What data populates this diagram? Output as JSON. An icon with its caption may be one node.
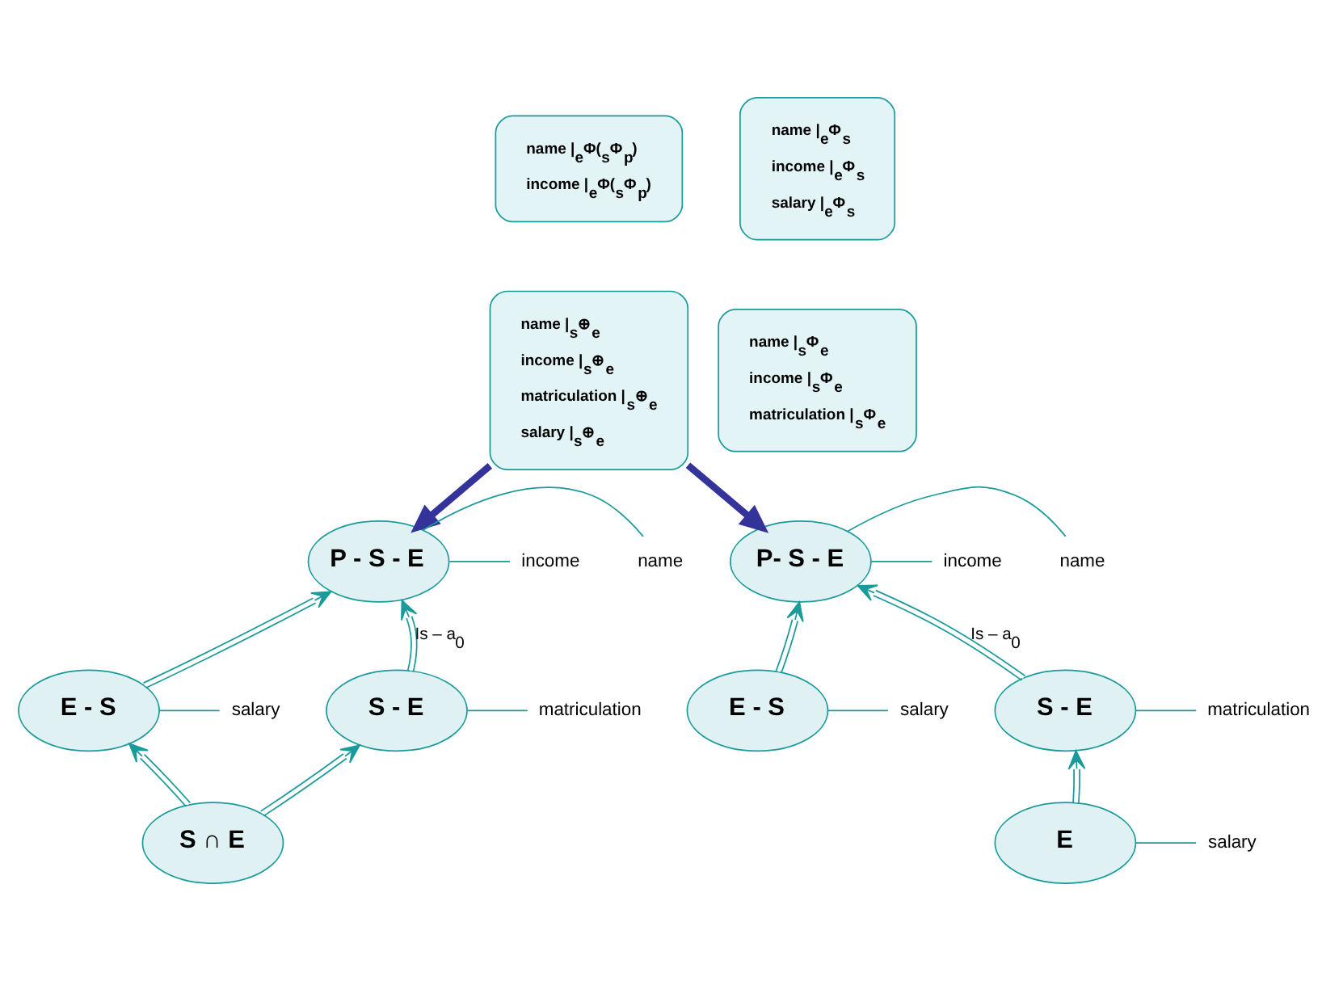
{
  "diagram": {
    "nodes": [
      {
        "text": [
          "name |$_{e}$Φ($_{s}$Φ$_{p}$)",
          "income |$_{e}$Φ($_{s}$Φ$_{p}$)"
        ]
      },
      {
        "text": [
          "name |$_{s}$⊕$_{e}$",
          "income |$_{s}$⊕$_{e}$",
          "matriculation |$_{s}$⊕$_{e}$",
          "salary |$_{s}$⊕$_{e}$"
        ]
      },
      {
        "text": [
          "name |$_{e}$Φ$_{s}$",
          "income |$_{e}$Φ$_{s}$",
          "salary |$_{e}$Φ$_{s}$"
        ]
      },
      {
        "text": [
          "name |$_{s}$Φ$_{e}$",
          "income |$_{s}$Φ$_{e}$",
          "matriculation |$_{s}$Φ$_{e}$"
        ]
      },
      {
        "text": [
          "P - S - E"
        ]
      },
      {
        "text": [
          "E - S"
        ]
      },
      {
        "text": [
          "S - E"
        ]
      },
      {
        "text": [
          "S ∩ E"
        ]
      },
      {
        "text": [
          "P- S - E"
        ]
      },
      {
        "text": [
          "E - S"
        ]
      },
      {
        "text": [
          "S - E"
        ]
      },
      {
        "text": [
          "E"
        ]
      },
      {
        "text": [
          "name"
        ]
      },
      {
        "text": [
          "income"
        ]
      },
      {
        "text": [
          "salary"
        ]
      },
      {
        "text": [
          "matriculation"
        ]
      },
      {
        "text": [
          "name"
        ]
      },
      {
        "text": [
          "income"
        ]
      },
      {
        "text": [
          "salary"
        ]
      },
      {
        "text": [
          "matriculation"
        ]
      },
      {
        "text": [
          "salary"
        ]
      }
    ],
    "edges": [
      {
        "from": 1,
        "to": 4,
        "arrow": "to",
        "style": "thick",
        "color": "#333399"
      },
      {
        "from": 1,
        "to": 8,
        "arrow": "to",
        "style": "thick",
        "color": "#333399"
      },
      {
        "from": 5,
        "to": 4,
        "arrow": "to"
      },
      {
        "from": 6,
        "to": 4,
        "arrow": "to",
        "label": "Is – a$_{0}$"
      },
      {
        "from": 7,
        "to": 5,
        "arrow": "to"
      },
      {
        "from": 7,
        "to": 6,
        "arrow": "to"
      },
      {
        "from": 9,
        "to": 8,
        "arrow": "to"
      },
      {
        "from": 10,
        "to": 8,
        "arrow": "to",
        "label": "Is – a$_{0}$"
      },
      {
        "from": 11,
        "to": 10,
        "arrow": "to"
      },
      {
        "from": 4,
        "to": 12,
        "arrow": "none"
      },
      {
        "from": 4,
        "to": 13,
        "arrow": "none"
      },
      {
        "from": 5,
        "to": 14,
        "arrow": "none"
      },
      {
        "from": 6,
        "to": 15,
        "arrow": "none"
      },
      {
        "from": 8,
        "to": 16,
        "arrow": "none"
      },
      {
        "from": 8,
        "to": 17,
        "arrow": "none"
      },
      {
        "from": 9,
        "to": 18,
        "arrow": "none"
      },
      {
        "from": 10,
        "to": 19,
        "arrow": "none"
      },
      {
        "from": 11,
        "to": 20,
        "arrow": "none"
      }
    ]
  }
}
